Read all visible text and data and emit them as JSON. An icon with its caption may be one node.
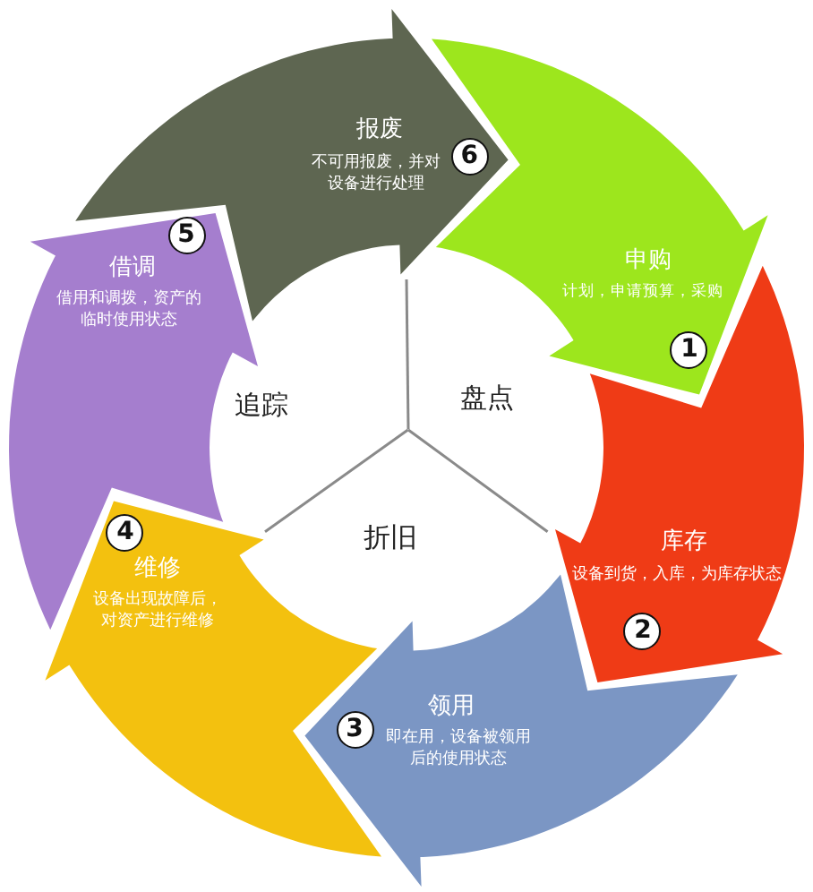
{
  "diagram": {
    "nodes": [
      {
        "text": [
          "申购",
          "计划，申请预算，采购"
        ]
      },
      {
        "text": [
          "1"
        ],
        "in": 0
      },
      {
        "text": [
          "库存",
          "设备到货，入库，为库存状态"
        ]
      },
      {
        "text": [
          "2"
        ],
        "in": 2
      },
      {
        "text": [
          "领用",
          "即在用，设备被领用后的使用状态"
        ]
      },
      {
        "text": [
          "3"
        ],
        "in": 4
      },
      {
        "text": [
          "维修",
          "设备出现故障后，对资产进行维修"
        ]
      },
      {
        "text": [
          "4"
        ],
        "in": 6
      },
      {
        "text": [
          "借调",
          "借用和调拨，资产的临时使用状态"
        ]
      },
      {
        "text": [
          "5"
        ],
        "in": 8
      },
      {
        "text": [
          "报废",
          "不可用报废，并对设备进行处理"
        ]
      },
      {
        "text": [
          "6"
        ],
        "in": 10
      }
    ],
    "labels": [
      "追踪",
      "盘点",
      "折旧"
    ]
  }
}
